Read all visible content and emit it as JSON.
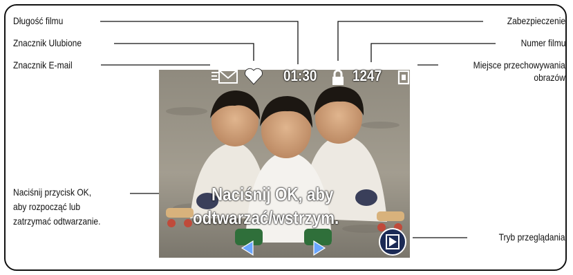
{
  "callouts": {
    "movie_length": "Długość filmu",
    "favorite_tag": "Znacznik Ulubione",
    "email_tag": "Znacznik E-mail",
    "protection": "Zabezpieczenie",
    "movie_number": "Numer filmu",
    "storage_line1": "Miejsce przechowywania",
    "storage_line2": "obrazów",
    "ok_line1": "Naciśnij przycisk OK,",
    "ok_line2": "aby rozpocząć lub",
    "ok_line3": "zatrzymać odtwarzanie.",
    "review_mode": "Tryb przeglądania"
  },
  "screen": {
    "duration": "01:30",
    "movie_number": "1247",
    "overlay_line1": "Naciśnij OK, aby",
    "overlay_line2": "odtwarzać/wstrzym."
  },
  "icons": [
    "email-icon",
    "heart-icon",
    "lock-icon",
    "card-icon",
    "play-icon",
    "left-arrow-icon",
    "right-arrow-icon"
  ],
  "colors": {
    "outline": "#111111",
    "overlay_text": "#ffffff"
  }
}
